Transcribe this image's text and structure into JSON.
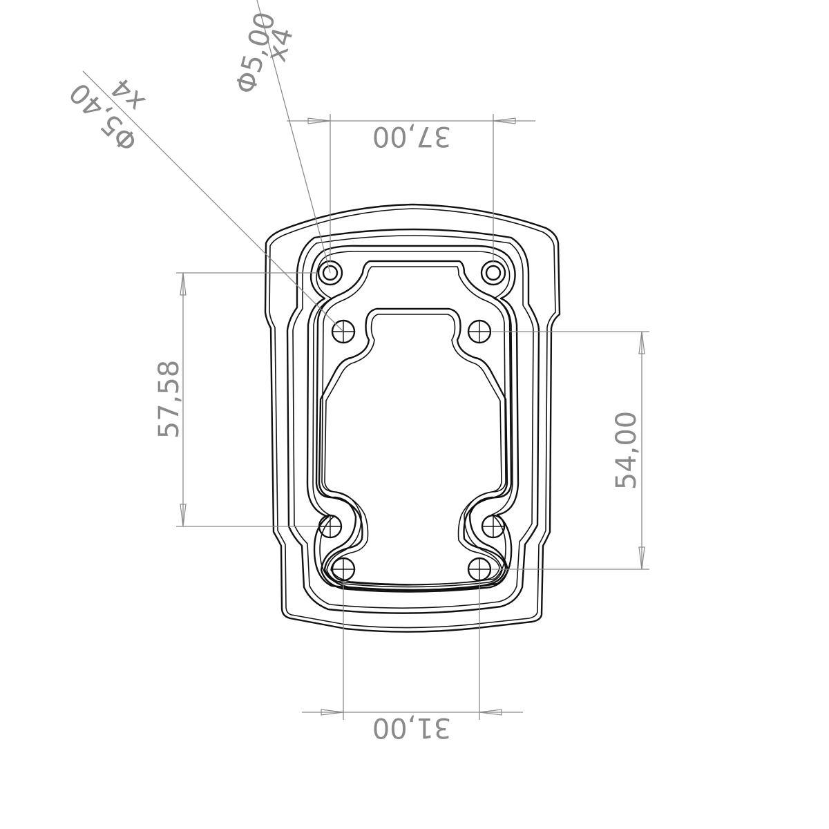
{
  "drawing": {
    "dimensions": {
      "top_width": "37,00",
      "bottom_width": "31,00",
      "left_height": "57,58",
      "right_height": "54,00"
    },
    "callouts": {
      "outer_holes_diameter": "Φ5,00",
      "outer_holes_count": "x4",
      "inner_holes_diameter": "Φ5,40",
      "inner_holes_count": "x4"
    },
    "colors": {
      "part_outline": "#111111",
      "dimension": "#8a8a8a",
      "background": "#ffffff"
    }
  }
}
